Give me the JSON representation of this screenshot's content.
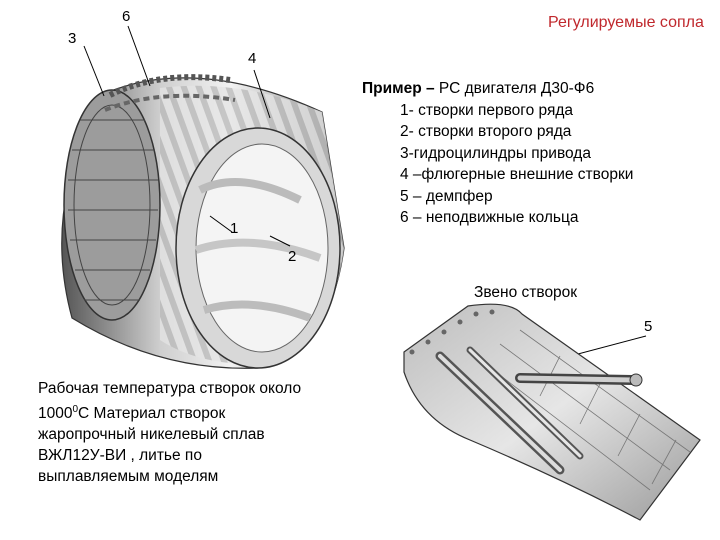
{
  "title": "Регулируемые сопла",
  "callouts": {
    "c1": "1",
    "c2": "2",
    "c3": "3",
    "c4": "4",
    "c5": "5",
    "c6": "6"
  },
  "example": {
    "heading_bold": "Пример –",
    "heading_rest": " РС двигателя Д30-Ф6",
    "items": [
      "1- створки первого ряда",
      "2- створки второго ряда",
      "3-гидроцилиндры привода",
      "4 –флюгерные внешние створки",
      "5 – демпфер",
      "6 – неподвижные кольца"
    ]
  },
  "link_label": "Звено створок",
  "note": {
    "line1": "Рабочая температура створок около",
    "line2_pre": "1000",
    "line2_sup": "0",
    "line2_post": "С Материал створок",
    "line3": "жаропрочный никелевый сплав",
    "line4": "ВЖЛ12У-ВИ , литье по",
    "line5": "выплавляемым моделям"
  }
}
